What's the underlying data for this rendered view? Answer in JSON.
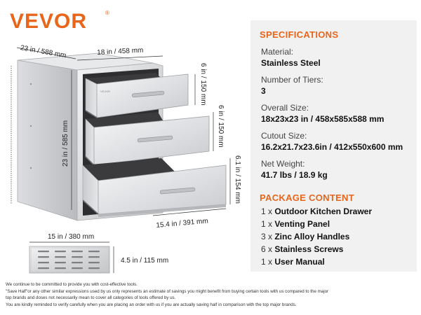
{
  "brand": {
    "name": "VEVOR",
    "registered": "®"
  },
  "dimensions": {
    "depth": "23 in / 588 mm",
    "width": "18 in / 458 mm",
    "height": "23 in / 585 mm",
    "drawer1": "6 in / 150 mm",
    "drawer2": "6 in / 150 mm",
    "drawer3": "6.1 in / 154 mm",
    "bottom_width": "15.4 in / 391 mm",
    "panel_width": "15 in / 380 mm",
    "panel_height": "4.5 in / 115 mm"
  },
  "specifications": {
    "title": "SPECIFICATIONS",
    "items": [
      {
        "label": "Material:",
        "value": "Stainless Steel"
      },
      {
        "label": "Number of Tiers:",
        "value": "3"
      },
      {
        "label": "Overall Size:",
        "value": "18x23x23 in / 458x585x588 mm"
      },
      {
        "label": "Cutout Size:",
        "value": "16.2x21.7x23.6in / 412x550x600 mm"
      },
      {
        "label": "Net Weight:",
        "value": "41.7 lbs / 18.9 kg"
      }
    ]
  },
  "package": {
    "title": "PACKAGE CONTENT",
    "items": [
      {
        "qty": "1 x ",
        "name": "Outdoor Kitchen Drawer"
      },
      {
        "qty": "1 x ",
        "name": "Venting Panel"
      },
      {
        "qty": "3 x ",
        "name": "Zinc Alloy Handles"
      },
      {
        "qty": "6 x ",
        "name": "Stainless Screws"
      },
      {
        "qty": "1 x ",
        "name": "User Manual"
      }
    ]
  },
  "disclaimer": [
    "We continue to be committed to provide you with cost-effective tools.",
    "\"Save Half\"or any other similar expressions used by us only represents an estimate of savings you might benefit from buying certain tools with us compared to the major",
    "top brands and doses not necessarily mean to cover all categories of tools offered by us.",
    "You are kindly reminded to verify carefully when you are placing an order with us if you are actually saving half in comparison with the top major brands."
  ],
  "colors": {
    "accent": "#e8651a",
    "panel": "#f1f1f1",
    "steel": "#d9dadc"
  }
}
